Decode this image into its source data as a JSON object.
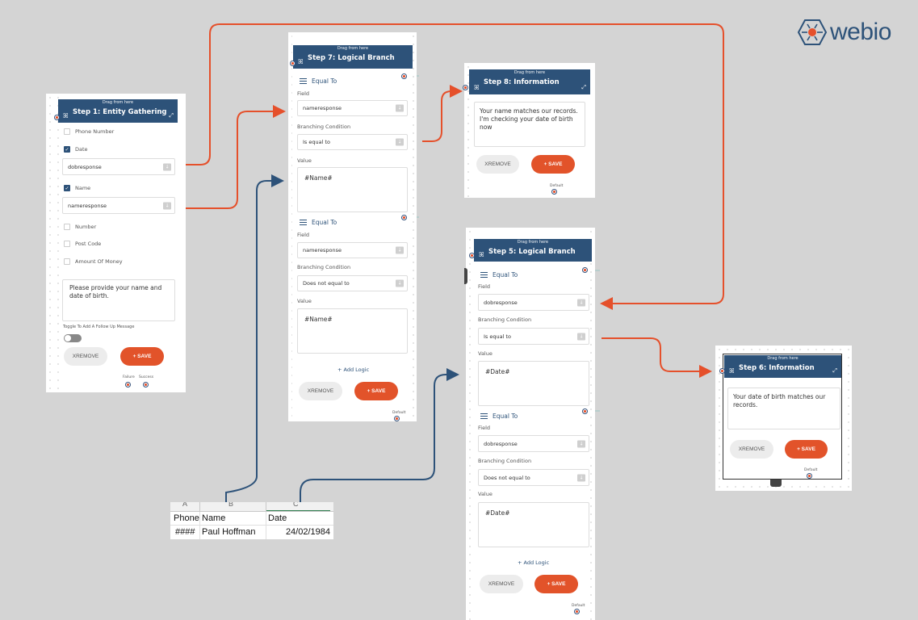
{
  "brand": {
    "name": "webio",
    "color": "#2d5279",
    "accent": "#e5502b"
  },
  "common": {
    "drag_label": "Drag from here",
    "remove_label": "XREMOVE",
    "save_label": "+ SAVE",
    "add_logic_label": "+ Add Logic",
    "default_label": "Default",
    "field_label": "Field",
    "branching_label": "Branching Condition",
    "value_label": "Value",
    "equal_to_label": "Equal To"
  },
  "step1": {
    "title": "Step 1: Entity Gathering",
    "options": [
      {
        "label": "Phone Number",
        "checked": false
      },
      {
        "label": "Date",
        "checked": true,
        "value": "dobresponse"
      },
      {
        "label": "Name",
        "checked": true,
        "value": "nameresponse"
      },
      {
        "label": "Number",
        "checked": false
      },
      {
        "label": "Post Code",
        "checked": false
      },
      {
        "label": "Amount Of Money",
        "checked": false
      }
    ],
    "message": "Please provide your name and date of birth.",
    "toggle_label": "Toggle To Add A Follow Up Message",
    "failure_label": "Failure",
    "success_label": "Success"
  },
  "step7": {
    "title": "Step 7: Logical Branch",
    "rules": [
      {
        "field": "nameresponse",
        "condition": "Is equal to",
        "value": "#Name#"
      },
      {
        "field": "nameresponse",
        "condition": "Does not equal to",
        "value": "#Name#"
      }
    ]
  },
  "step8": {
    "title": "Step 8: Information",
    "message": "Your name matches our records. I'm checking your date of birth now"
  },
  "step5": {
    "title": "Step 5: Logical Branch",
    "rules": [
      {
        "field": "dobresponse",
        "condition": "Is equal to",
        "value": "#Date#"
      },
      {
        "field": "dobresponse",
        "condition": "Does not equal to",
        "value": "#Date#"
      }
    ]
  },
  "step6": {
    "title": "Step 6: Information",
    "message": "Your date of birth matches our records."
  },
  "sheet": {
    "col_letters": [
      "A",
      "B",
      "C"
    ],
    "headers": [
      "Phone",
      "Name",
      "Date"
    ],
    "row": [
      "####",
      "Paul Hoffman",
      "24/02/1984"
    ]
  }
}
